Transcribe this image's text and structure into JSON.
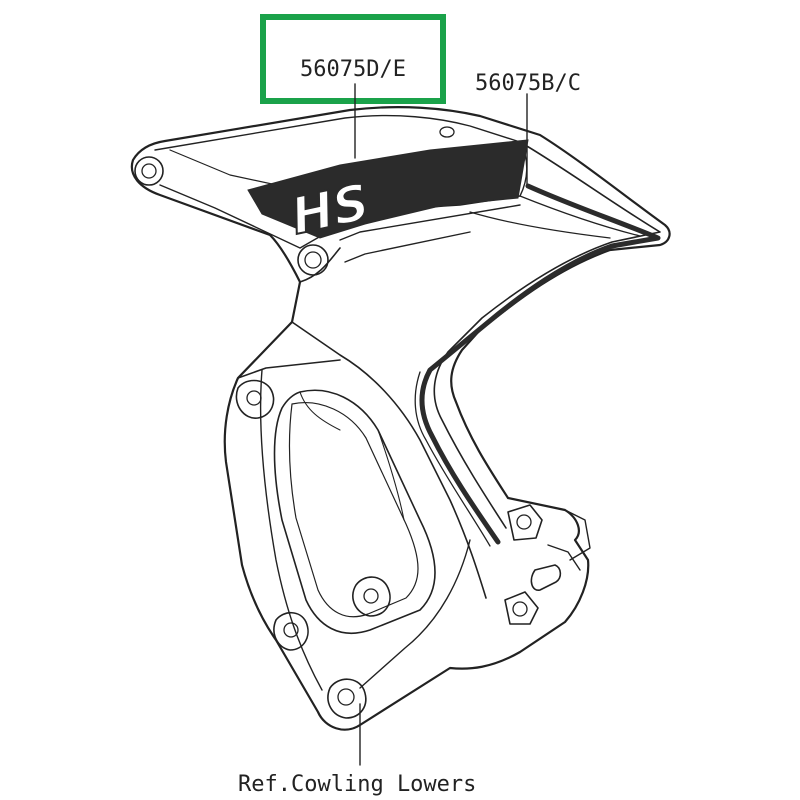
{
  "diagram": {
    "callouts": {
      "highlighted_part": "56075D/E",
      "side_part": "56075B/C",
      "reference": "Ref.Cowling Lowers"
    },
    "decal_text": "HS",
    "colors": {
      "highlight_box": "#1aa24a",
      "decal_dark": "#2b2b2b",
      "line": "#222222"
    }
  }
}
